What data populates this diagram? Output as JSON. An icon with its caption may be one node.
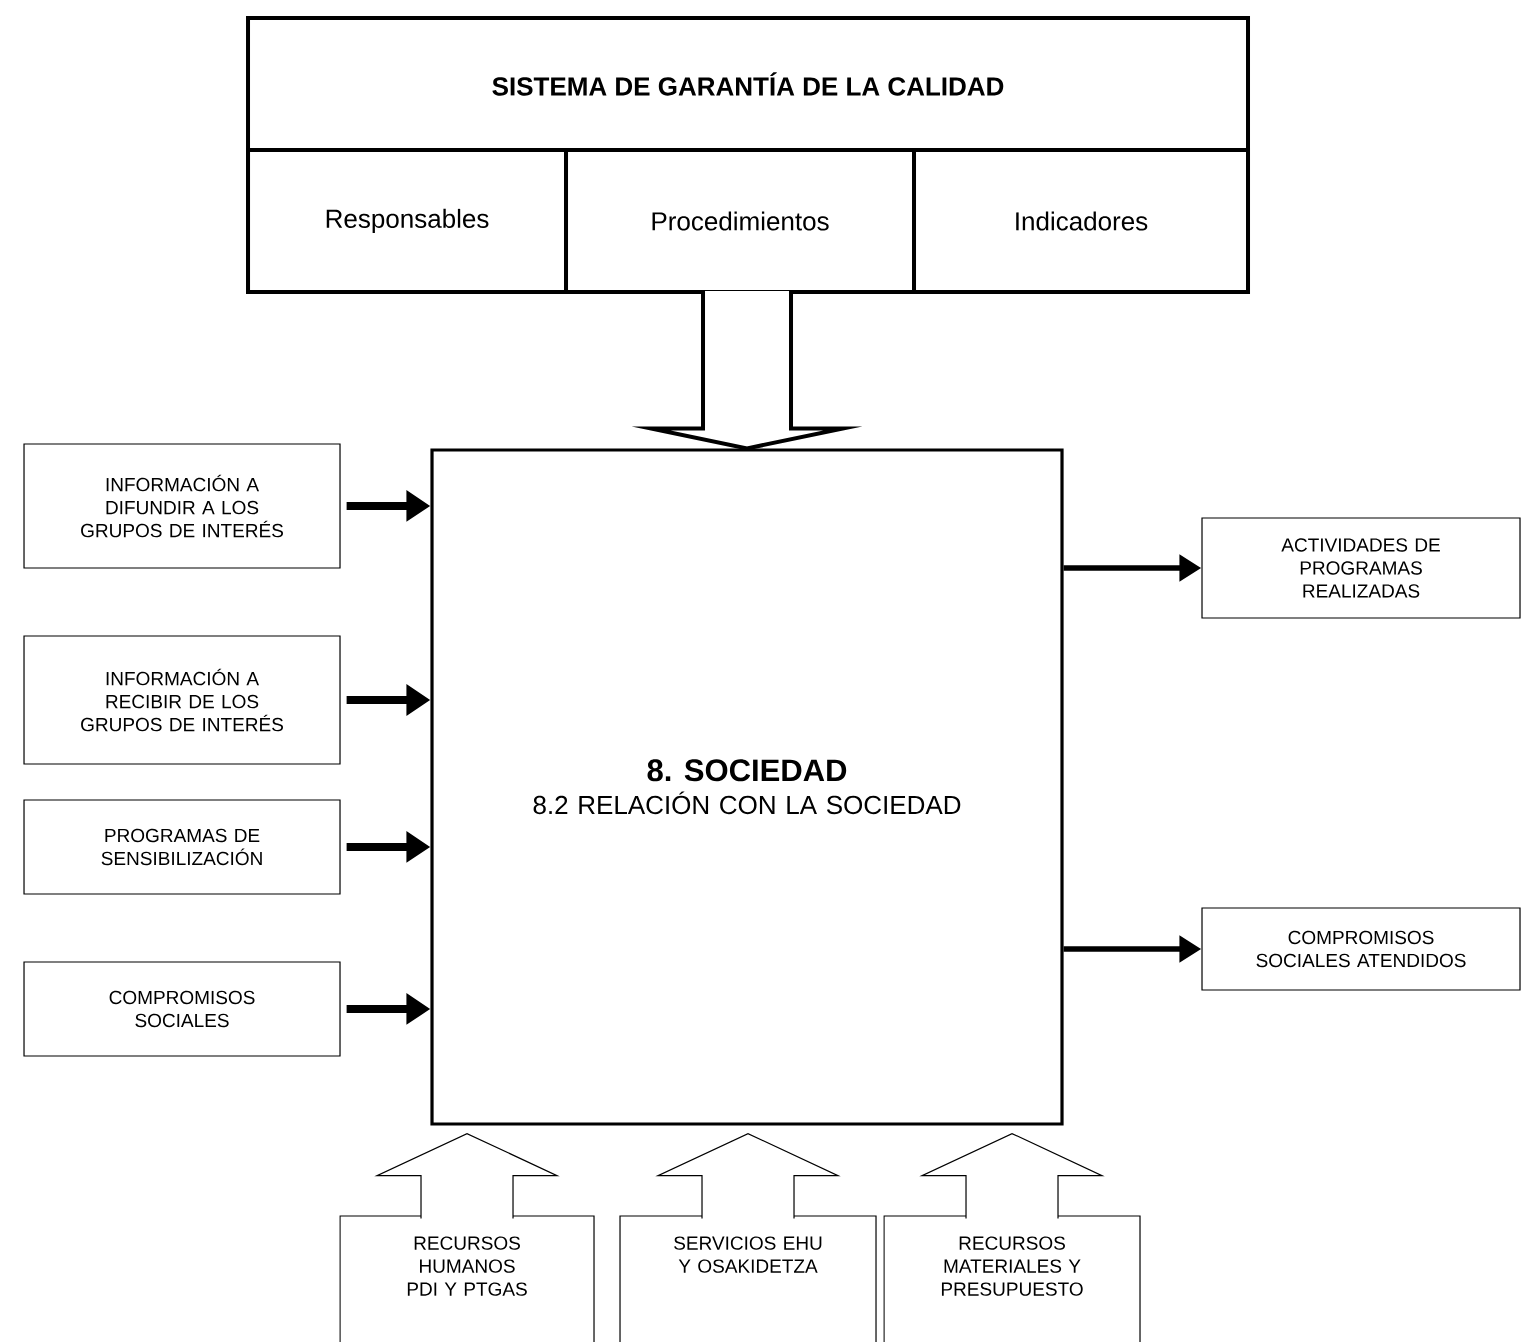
{
  "diagram": {
    "nodes": [
      {
        "text": [
          "SISTEMA DE GARANTÍA DE LA CALIDAD"
        ]
      },
      {
        "text": [
          "Responsables"
        ],
        "in": 0
      },
      {
        "text": [
          "Procedimientos"
        ],
        "in": 0
      },
      {
        "text": [
          "Indicadores"
        ],
        "in": 0
      },
      {
        "text": [
          "8. SOCIEDAD",
          "8.2 RELACIÓN CON LA SOCIEDAD"
        ]
      },
      {
        "text": [
          "INFORMACIÓN A DIFUNDIR A LOS GRUPOS DE INTERÉS"
        ]
      },
      {
        "text": [
          "INFORMACIÓN A RECIBIR DE LOS GRUPOS DE INTERÉS"
        ]
      },
      {
        "text": [
          "PROGRAMAS DE SENSIBILIZACIÓN"
        ]
      },
      {
        "text": [
          "COMPROMISOS SOCIALES"
        ]
      },
      {
        "text": [
          "ACTIVIDADES DE PROGRAMAS REALIZADAS"
        ]
      },
      {
        "text": [
          "COMPROMISOS SOCIALES ATENDIDOS"
        ]
      },
      {
        "text": [
          "RECURSOS HUMANOS PDI Y PTGAS"
        ]
      },
      {
        "text": [
          "SERVICIOS EHU Y OSAKIDETZA"
        ]
      },
      {
        "text": [
          "RECURSOS MATERIALES Y PRESUPUESTO"
        ]
      }
    ],
    "edges": [
      {
        "from": 2,
        "to": 4,
        "arrow": "to"
      },
      {
        "from": 5,
        "to": 4,
        "arrow": "to"
      },
      {
        "from": 6,
        "to": 4,
        "arrow": "to"
      },
      {
        "from": 7,
        "to": 4,
        "arrow": "to"
      },
      {
        "from": 8,
        "to": 4,
        "arrow": "to"
      },
      {
        "from": 4,
        "to": 9,
        "arrow": "to"
      },
      {
        "from": 4,
        "to": 10,
        "arrow": "to"
      },
      {
        "from": 11,
        "to": 4,
        "arrow": "to"
      },
      {
        "from": 12,
        "to": 4,
        "arrow": "to"
      },
      {
        "from": 13,
        "to": 4,
        "arrow": "to"
      }
    ]
  }
}
